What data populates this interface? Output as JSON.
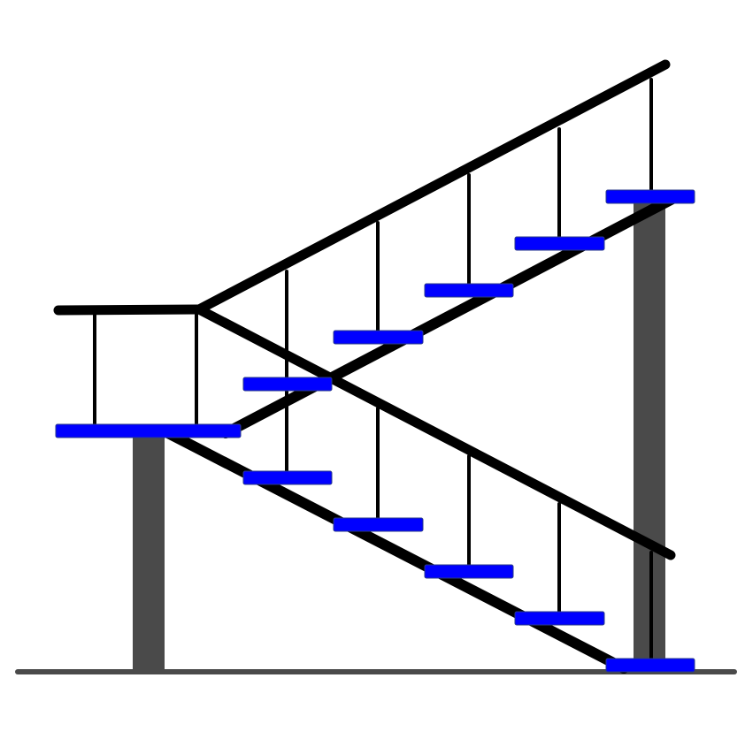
{
  "diagram": {
    "type": "dog-leg staircase side elevation",
    "colors": {
      "background": "#ffffff",
      "frame": "#000000",
      "column": "#4a4a4a",
      "ground": "#4a4a4a",
      "tread": "#0000ff",
      "tread_outline": "#2a3a8a"
    },
    "flights": [
      {
        "name": "lower-flight",
        "tread_count": 5
      },
      {
        "name": "upper-flight",
        "tread_count": 5
      }
    ],
    "landing": {
      "tread_count": 1
    },
    "columns": 2
  }
}
